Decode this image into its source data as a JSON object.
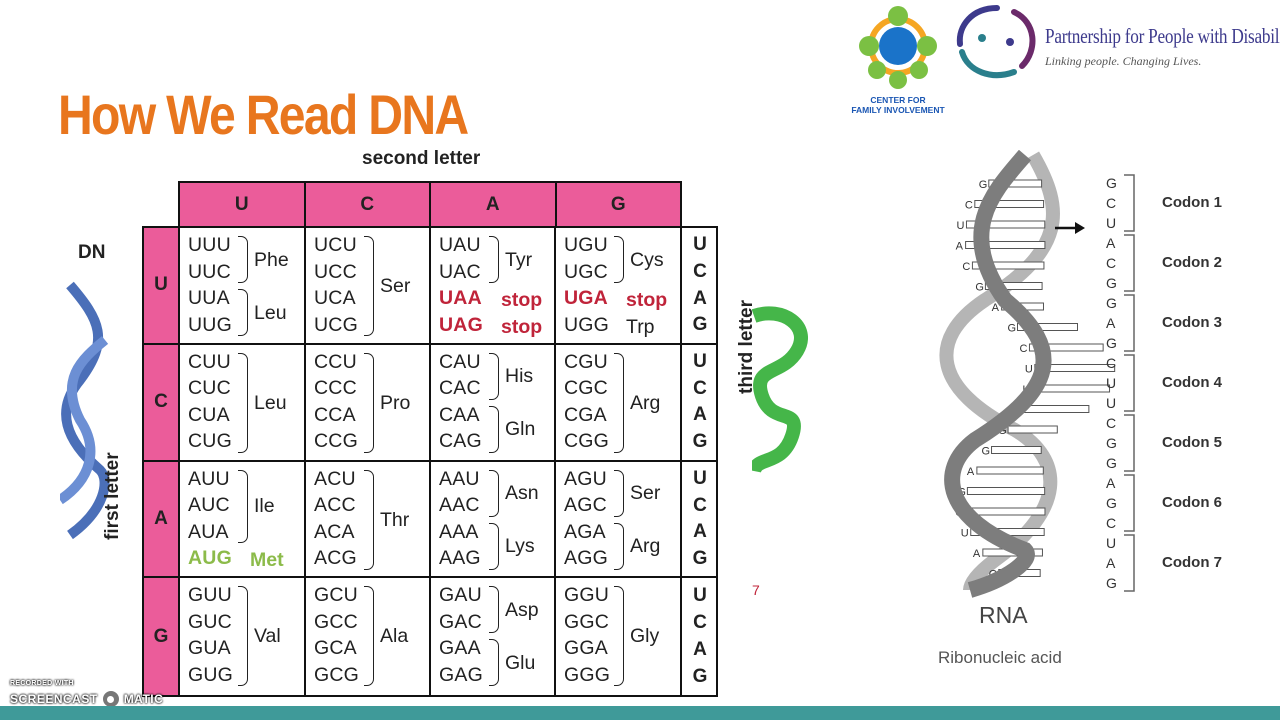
{
  "slide": {
    "title": "How We Read DNA"
  },
  "logos": {
    "cfi_line1": "CENTER FOR",
    "cfi_line2": "FAMILY INVOLVEMENT",
    "ppd_name": "Partnership for People with Disabilities",
    "ppd_tagline": "Linking people. Changing Lives."
  },
  "background": {
    "dna_partial_label": "DN",
    "red_fragment": "7"
  },
  "codon_table": {
    "second_letter_label": "second letter",
    "first_letter_label": "first letter",
    "third_letter_label": "third letter",
    "col_headers": [
      "U",
      "C",
      "A",
      "G"
    ],
    "row_headers": [
      "U",
      "C",
      "A",
      "G"
    ],
    "third_letters": [
      "U",
      "C",
      "A",
      "G"
    ],
    "rows": [
      {
        "cells": [
          {
            "codons": [
              "UUU",
              "UUC",
              "UUA",
              "UUG"
            ],
            "aa": [
              "Phe",
              "Leu"
            ]
          },
          {
            "codons": [
              "UCU",
              "UCC",
              "UCA",
              "UCG"
            ],
            "aa": [
              "Ser"
            ]
          },
          {
            "codons": [
              "UAU",
              "UAC",
              "UAA",
              "UAG"
            ],
            "aa": [
              "Tyr",
              "stop",
              "stop"
            ]
          },
          {
            "codons": [
              "UGU",
              "UGC",
              "UGA",
              "UGG"
            ],
            "aa": [
              "Cys",
              "stop",
              "Trp"
            ]
          }
        ]
      },
      {
        "cells": [
          {
            "codons": [
              "CUU",
              "CUC",
              "CUA",
              "CUG"
            ],
            "aa": [
              "Leu"
            ]
          },
          {
            "codons": [
              "CCU",
              "CCC",
              "CCA",
              "CCG"
            ],
            "aa": [
              "Pro"
            ]
          },
          {
            "codons": [
              "CAU",
              "CAC",
              "CAA",
              "CAG"
            ],
            "aa": [
              "His",
              "Gln"
            ]
          },
          {
            "codons": [
              "CGU",
              "CGC",
              "CGA",
              "CGG"
            ],
            "aa": [
              "Arg"
            ]
          }
        ]
      },
      {
        "cells": [
          {
            "codons": [
              "AUU",
              "AUC",
              "AUA",
              "AUG"
            ],
            "aa": [
              "Ile",
              "Met"
            ]
          },
          {
            "codons": [
              "ACU",
              "ACC",
              "ACA",
              "ACG"
            ],
            "aa": [
              "Thr"
            ]
          },
          {
            "codons": [
              "AAU",
              "AAC",
              "AAA",
              "AAG"
            ],
            "aa": [
              "Asn",
              "Lys"
            ]
          },
          {
            "codons": [
              "AGU",
              "AGC",
              "AGA",
              "AGG"
            ],
            "aa": [
              "Ser",
              "Arg"
            ]
          }
        ]
      },
      {
        "cells": [
          {
            "codons": [
              "GUU",
              "GUC",
              "GUA",
              "GUG"
            ],
            "aa": [
              "Val"
            ]
          },
          {
            "codons": [
              "GCU",
              "GCC",
              "GCA",
              "GCG"
            ],
            "aa": [
              "Ala"
            ]
          },
          {
            "codons": [
              "GAU",
              "GAC",
              "GAA",
              "GAG"
            ],
            "aa": [
              "Asp",
              "Glu"
            ]
          },
          {
            "codons": [
              "GGU",
              "GGC",
              "GGA",
              "GGG"
            ],
            "aa": [
              "Gly"
            ]
          }
        ]
      }
    ],
    "colors": {
      "header_pink": "#eb5c9a",
      "stop_red": "#c0243a",
      "start_green": "#8cbb4a"
    }
  },
  "rna_figure": {
    "title": "RNA",
    "subtitle": "Ribonucleic acid",
    "sequence": [
      "G",
      "C",
      "U",
      "A",
      "C",
      "G",
      "G",
      "A",
      "G",
      "C",
      "U",
      "U",
      "C",
      "G",
      "G",
      "A",
      "G",
      "C",
      "U",
      "A",
      "G"
    ],
    "codon_labels": [
      "Codon 1",
      "Codon 2",
      "Codon 3",
      "Codon 4",
      "Codon 5",
      "Codon 6",
      "Codon 7"
    ],
    "helix_bases": [
      "G",
      "C",
      "U",
      "A",
      "C",
      "G",
      "A",
      "G",
      "C",
      "U",
      "U",
      "C",
      "G",
      "G",
      "A",
      "G",
      "C",
      "U",
      "A",
      "G"
    ]
  },
  "watermark": {
    "line1": "RECORDED WITH",
    "line2a": "SCREENCAST",
    "line2b": "MATIC"
  },
  "theme": {
    "title_color": "#e8761e",
    "footer_color": "#3f9a99"
  }
}
